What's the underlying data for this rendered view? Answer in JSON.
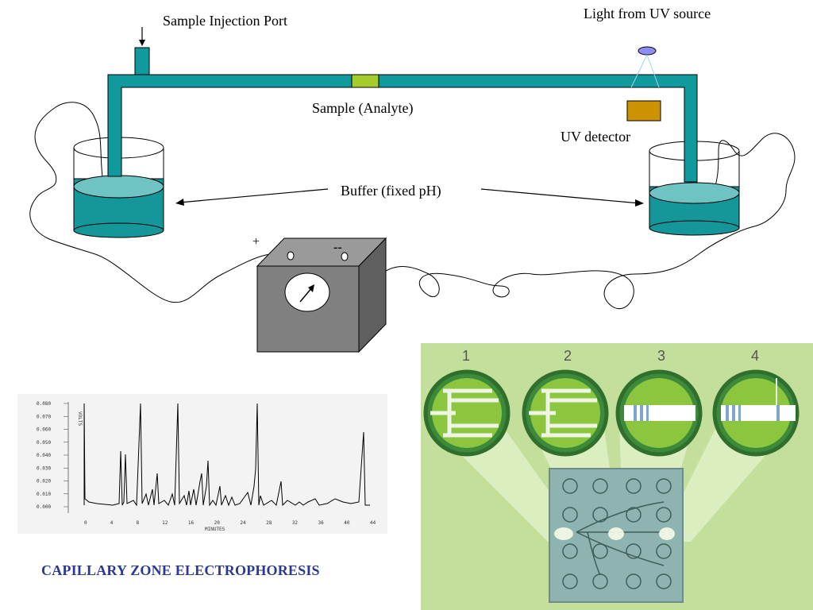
{
  "labels": {
    "injection_port": "Sample Injection Port",
    "uv_light": "Light from UV source",
    "sample": "Sample (Analyte)",
    "uv_detector": "UV detector",
    "buffer": "Buffer (fixed pH)",
    "plus_terminal": "+",
    "minus_terminal": "--"
  },
  "title": "CAPILLARY ZONE  ELECTROPHORESIS",
  "electropherogram": {
    "x_ticks": [
      "0",
      "4",
      "8",
      "12",
      "16",
      "20",
      "24",
      "28",
      "32",
      "36",
      "40",
      "44"
    ],
    "y_ticks": [
      "0.080",
      "0.070",
      "0.060",
      "0.050",
      "0.040",
      "0.030",
      "0.020",
      "0.010",
      "0.000"
    ],
    "x_label": "MINUTES",
    "y_label": "VOLTS"
  },
  "chip_steps": [
    "1",
    "2",
    "3",
    "4"
  ],
  "colors": {
    "capillary": "#119a9e",
    "buffer": "#14969a",
    "sample_band": "#a4cc2a",
    "detector": "#cc9200",
    "title": "#2b3990",
    "power_supply": "#808080"
  }
}
